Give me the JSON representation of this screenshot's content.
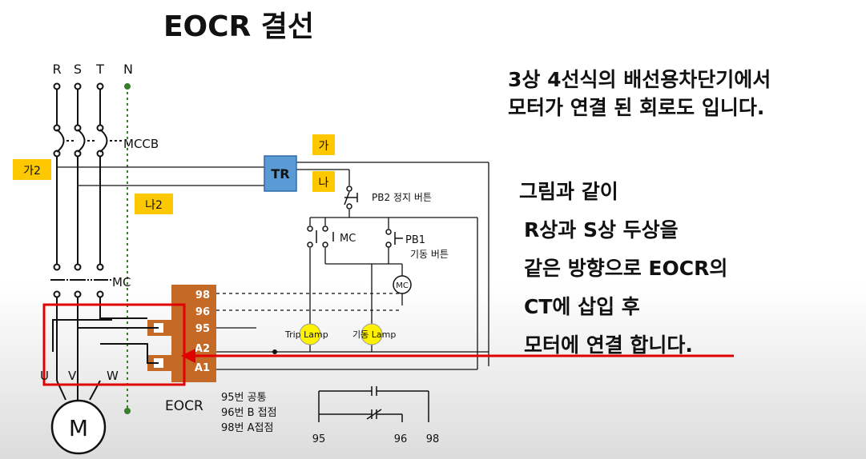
{
  "title": "EOCR 결선",
  "description": {
    "line1": "3상 4선식의 배선용차단기에서",
    "line2": "모터가 연결 된 회로도 입니다."
  },
  "explanation": {
    "line1": "그림과 같이",
    "line2": "R상과 S상 두상을",
    "line3": "같은 방향으로 EOCR의",
    "line4": "CT에 삽입 후",
    "line5": "모터에 연결 합니다."
  },
  "phases": {
    "r": "R",
    "s": "S",
    "t": "T",
    "n": "N"
  },
  "labels": {
    "mccb": "MCCB",
    "mc": "MC",
    "tr": "TR",
    "ga": "가",
    "na": "나",
    "ga2": "가2",
    "na2": "나2",
    "pb2": "PB2 정지 버튼",
    "mc_aux": "MC",
    "pb1": "PB1",
    "pb1_desc": "기동 버튼",
    "mc_coil": "MC",
    "trip_lamp": "Trip Lamp",
    "run_lamp": "기동 Lamp",
    "motor": "M",
    "u": "U",
    "v": "V",
    "w": "W",
    "eocr": "EOCR"
  },
  "eocr_terminals": {
    "t98": "98",
    "t96": "96",
    "t95": "95",
    "a2": "A2",
    "a1": "A1"
  },
  "contact_notes": {
    "line1": "95번 공통",
    "line2": "96번 B 접점",
    "line3": "98번 A접점"
  },
  "contact_diagram": {
    "t95": "95",
    "t96": "96",
    "t98": "98"
  },
  "colors": {
    "label_bg": "#fdc800",
    "tr_box": "#5b9bd5",
    "eocr_box": "#c56a26",
    "lamp": "#fff200",
    "highlight_red": "#e10000",
    "neutral_green": "#3a7d2c"
  }
}
